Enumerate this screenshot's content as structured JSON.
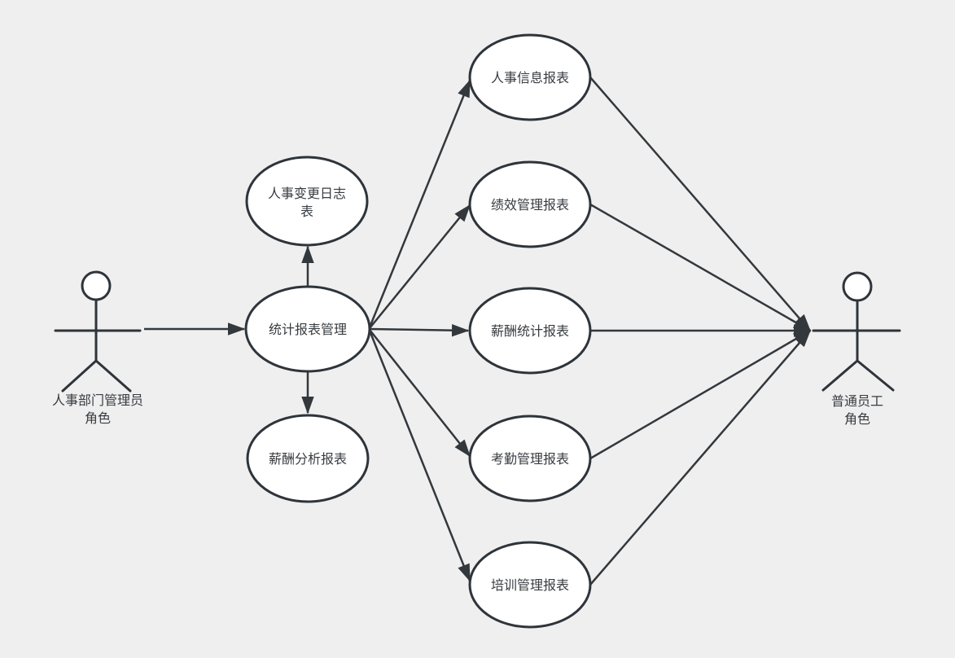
{
  "canvas": {
    "background_color": "#efefef",
    "stroke_color": "#2e343a",
    "node_fill_color": "#ffffff",
    "text_color": "#383c40"
  },
  "actors": {
    "left": {
      "label_line1": "人事部门管理员",
      "label_line2": "角色"
    },
    "right": {
      "label_line1": "普通员工",
      "label_line2": "角色"
    }
  },
  "use_cases": {
    "center": {
      "label": "统计报表管理"
    },
    "top": {
      "label": "人事变更日志表",
      "line1": "人事变更日志",
      "line2": "表"
    },
    "bottom": {
      "label": "薪酬分析报表"
    },
    "right_column": [
      {
        "label": "人事信息报表"
      },
      {
        "label": "绩效管理报表"
      },
      {
        "label": "薪酬统计报表"
      },
      {
        "label": "考勤管理报表"
      },
      {
        "label": "培训管理报表"
      }
    ]
  }
}
